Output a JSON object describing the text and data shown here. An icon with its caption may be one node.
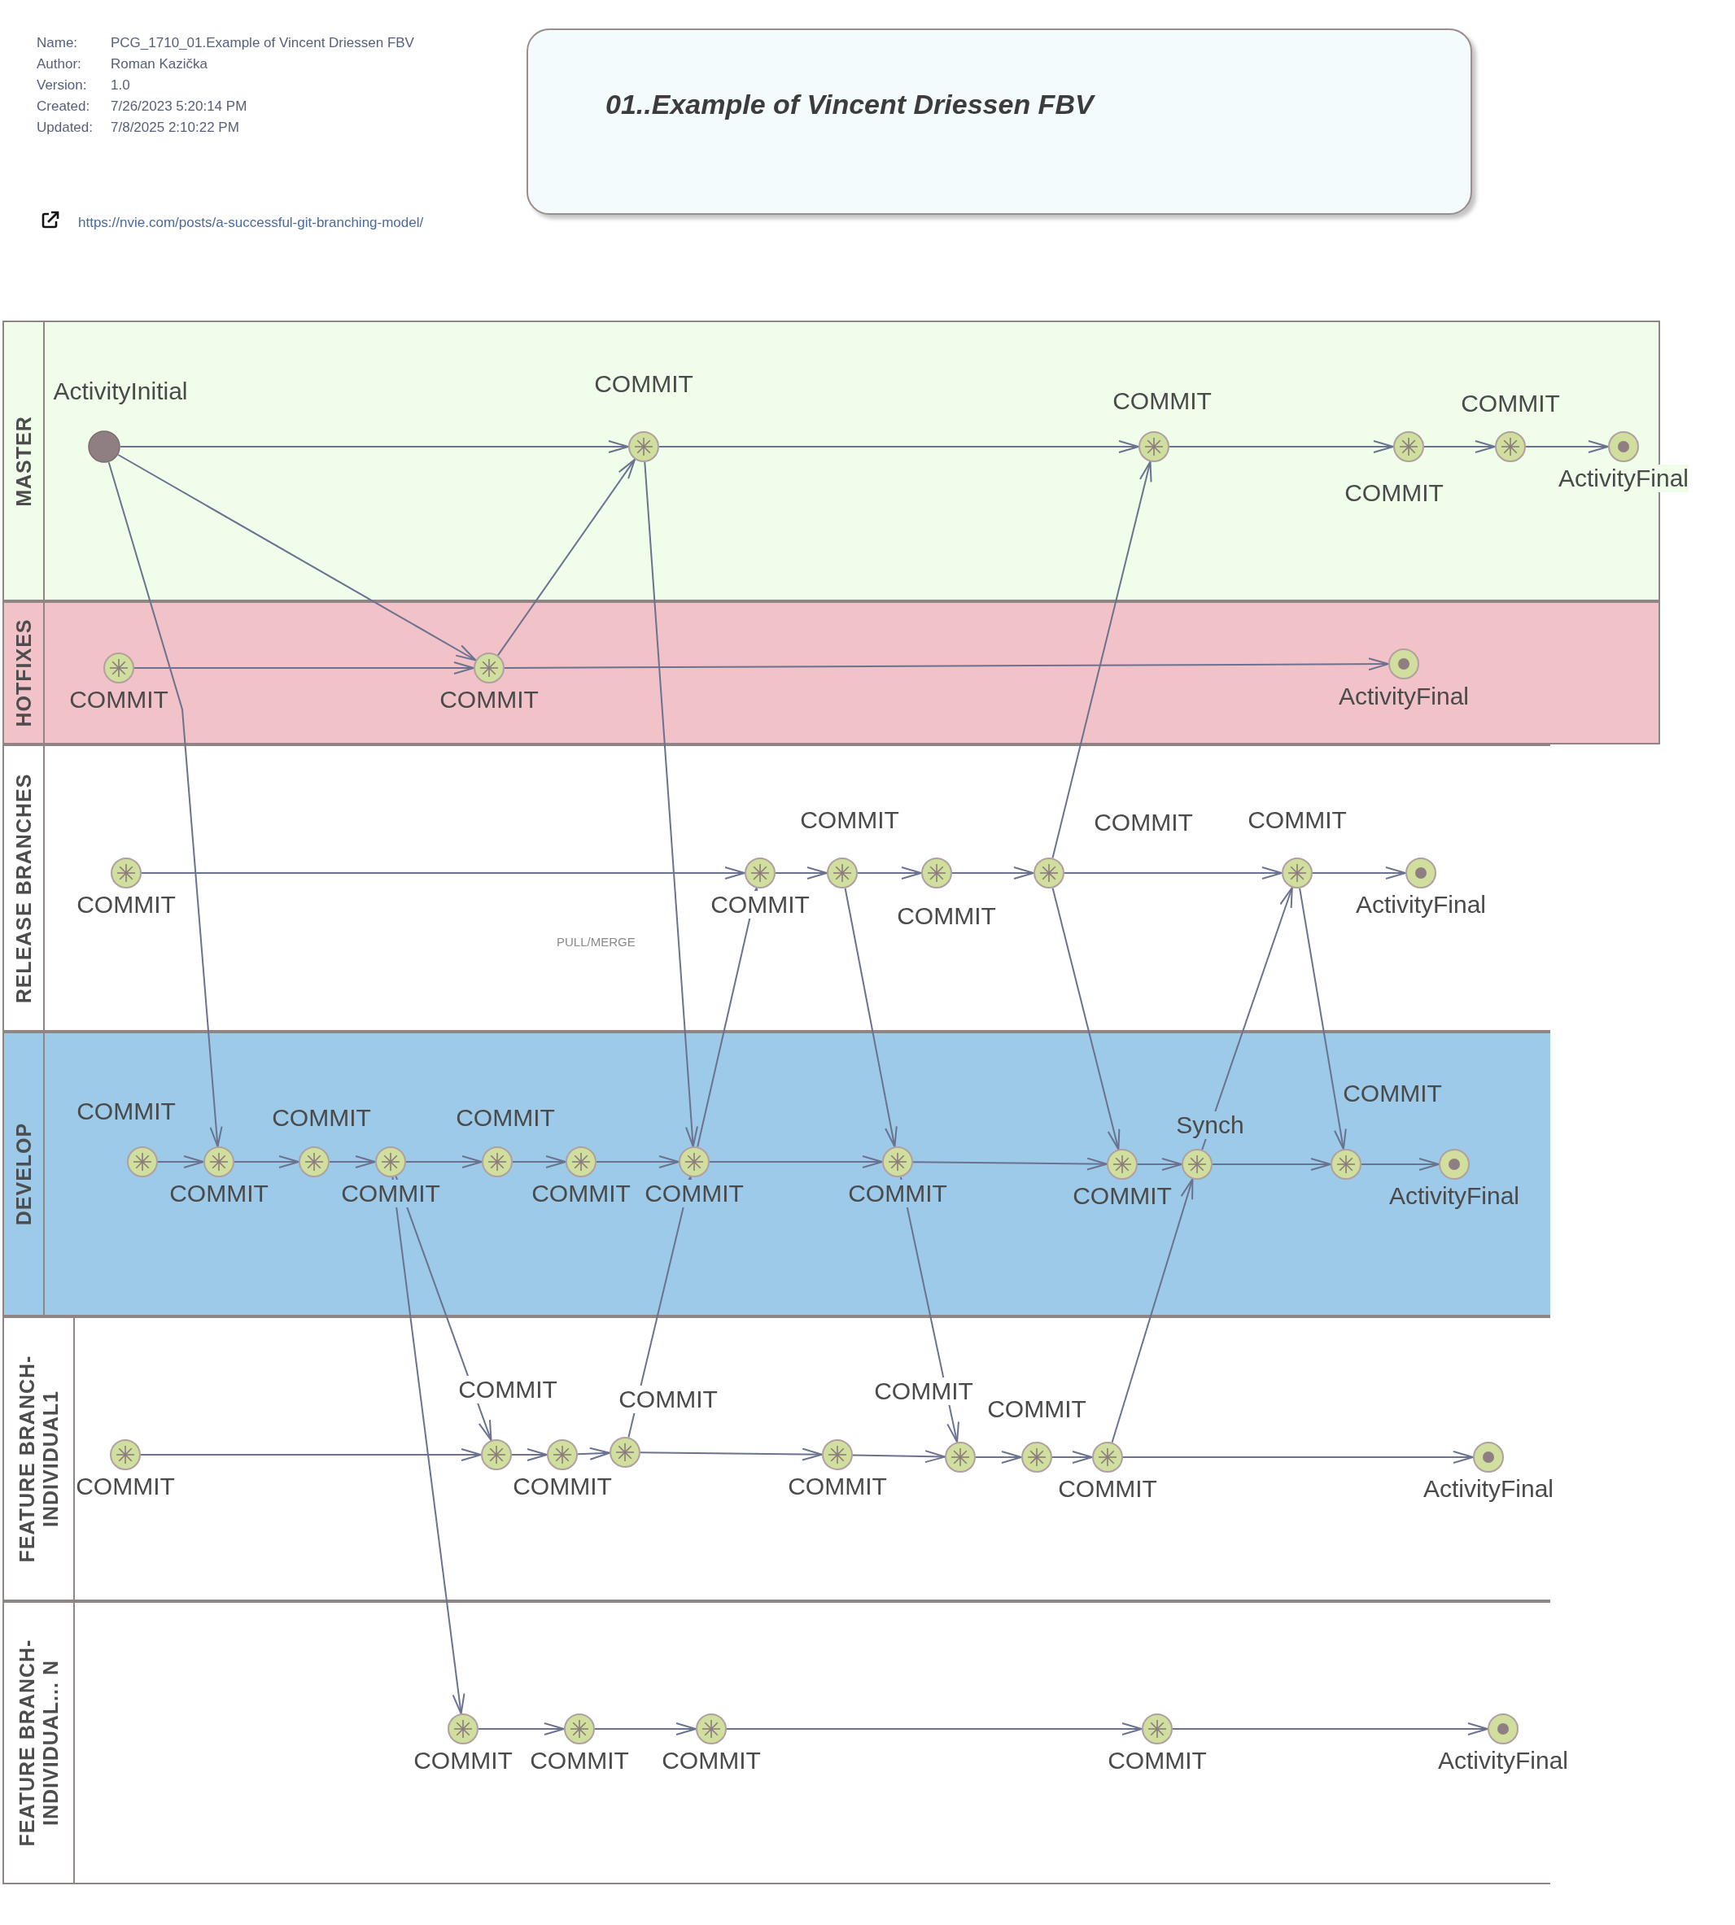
{
  "diagram": {
    "nodes": [
      {
        "text": [
          "01..Example of Vincent Driessen FBV"
        ]
      },
      {
        "text": [
          "MASTER"
        ]
      },
      {
        "text": [
          "ActivityInitial"
        ],
        "in": 1
      },
      {
        "text": [
          "COMMIT"
        ],
        "in": 1
      },
      {
        "text": [
          "COMMIT"
        ],
        "in": 1
      },
      {
        "text": [
          "COMMIT"
        ],
        "in": 1
      },
      {
        "text": [
          "COMMIT"
        ],
        "in": 1
      },
      {
        "text": [
          "ActivityFinal"
        ],
        "in": 1
      },
      {
        "text": [
          "HOTFIXES"
        ]
      },
      {
        "text": [
          "COMMIT"
        ],
        "in": 8
      },
      {
        "text": [
          "COMMIT"
        ],
        "in": 8
      },
      {
        "text": [
          "ActivityFinal"
        ],
        "in": 8
      },
      {
        "text": [
          "RELEASE BRANCHES"
        ]
      },
      {
        "text": [
          "COMMIT"
        ],
        "in": 12
      },
      {
        "text": [
          "COMMIT"
        ],
        "in": 12
      },
      {
        "text": [
          "COMMIT"
        ],
        "in": 12
      },
      {
        "text": [
          "COMMIT"
        ],
        "in": 12
      },
      {
        "text": [
          "COMMIT"
        ],
        "in": 12
      },
      {
        "text": [
          "COMMIT"
        ],
        "in": 12
      },
      {
        "text": [
          "ActivityFinal"
        ],
        "in": 12
      },
      {
        "text": [
          "DEVELOP"
        ]
      },
      {
        "text": [
          "COMMIT"
        ],
        "in": 20
      },
      {
        "text": [
          "COMMIT"
        ],
        "in": 20
      },
      {
        "text": [
          "COMMIT"
        ],
        "in": 20
      },
      {
        "text": [
          "COMMIT"
        ],
        "in": 20
      },
      {
        "text": [
          "COMMIT"
        ],
        "in": 20
      },
      {
        "text": [
          "COMMIT"
        ],
        "in": 20
      },
      {
        "text": [
          "COMMIT"
        ],
        "in": 20
      },
      {
        "text": [
          "COMMIT"
        ],
        "in": 20
      },
      {
        "text": [
          "COMMIT"
        ],
        "in": 20
      },
      {
        "text": [
          "Synch"
        ],
        "in": 20
      },
      {
        "text": [
          "COMMIT"
        ],
        "in": 20
      },
      {
        "text": [
          "ActivityFinal"
        ],
        "in": 20
      },
      {
        "text": [
          "FEATURE BRANCH- INDIVIDUAL1"
        ]
      },
      {
        "text": [
          "COMMIT"
        ],
        "in": 33
      },
      {
        "text": [
          "COMMIT"
        ],
        "in": 33
      },
      {
        "text": [
          "COMMIT"
        ],
        "in": 33
      },
      {
        "text": [
          "COMMIT"
        ],
        "in": 33
      },
      {
        "text": [
          "COMMIT"
        ],
        "in": 33
      },
      {
        "text": [
          "COMMIT"
        ],
        "in": 33
      },
      {
        "text": [
          "COMMIT"
        ],
        "in": 33
      },
      {
        "text": [
          "COMMIT"
        ],
        "in": 33
      },
      {
        "text": [
          "ActivityFinal"
        ],
        "in": 33
      },
      {
        "text": [
          "FEATURE BRANCH- INDIVIDUAL... N"
        ]
      },
      {
        "text": [
          "COMMIT"
        ],
        "in": 43
      },
      {
        "text": [
          "COMMIT"
        ],
        "in": 43
      },
      {
        "text": [
          "COMMIT"
        ],
        "in": 43
      },
      {
        "text": [
          "COMMIT"
        ],
        "in": 43
      },
      {
        "text": [
          "ActivityFinal"
        ],
        "in": 43
      }
    ],
    "edges": [
      {
        "from": 2,
        "to": 3,
        "arrow": "to"
      },
      {
        "from": 3,
        "to": 4,
        "arrow": "to"
      },
      {
        "from": 4,
        "to": 5,
        "arrow": "to"
      },
      {
        "from": 5,
        "to": 6,
        "arrow": "to"
      },
      {
        "from": 6,
        "to": 7,
        "arrow": "to"
      },
      {
        "from": 2,
        "to": 10,
        "arrow": "to"
      },
      {
        "from": 10,
        "to": 3,
        "arrow": "to"
      },
      {
        "from": 2,
        "to": 22,
        "arrow": "to"
      },
      {
        "from": 9,
        "to": 10,
        "arrow": "to"
      },
      {
        "from": 10,
        "to": 11,
        "arrow": "to"
      },
      {
        "from": 3,
        "to": 27,
        "arrow": "to"
      },
      {
        "from": 17,
        "to": 4,
        "arrow": "to"
      },
      {
        "from": 13,
        "to": 14,
        "arrow": "to"
      },
      {
        "from": 14,
        "to": 15,
        "arrow": "to"
      },
      {
        "from": 15,
        "to": 16,
        "arrow": "to"
      },
      {
        "from": 16,
        "to": 17,
        "arrow": "to"
      },
      {
        "from": 17,
        "to": 18,
        "arrow": "to"
      },
      {
        "from": 18,
        "to": 19,
        "arrow": "to"
      },
      {
        "from": 37,
        "to": 27,
        "arrow": "to"
      },
      {
        "from": 27,
        "to": 14,
        "arrow": "to"
      },
      {
        "from": 15,
        "to": 28,
        "arrow": "to"
      },
      {
        "from": 17,
        "to": 29,
        "arrow": "to"
      },
      {
        "from": 30,
        "to": 18,
        "arrow": "to"
      },
      {
        "from": 18,
        "to": 31,
        "arrow": "to"
      },
      {
        "from": 41,
        "to": 30,
        "arrow": "to"
      },
      {
        "from": 21,
        "to": 22,
        "arrow": "to"
      },
      {
        "from": 22,
        "to": 23,
        "arrow": "to"
      },
      {
        "from": 23,
        "to": 24,
        "arrow": "to"
      },
      {
        "from": 24,
        "to": 25,
        "arrow": "to"
      },
      {
        "from": 25,
        "to": 26,
        "arrow": "to"
      },
      {
        "from": 26,
        "to": 27,
        "arrow": "to"
      },
      {
        "from": 27,
        "to": 28,
        "arrow": "to"
      },
      {
        "from": 28,
        "to": 29,
        "arrow": "to"
      },
      {
        "from": 29,
        "to": 30,
        "arrow": "to"
      },
      {
        "from": 30,
        "to": 31,
        "arrow": "to"
      },
      {
        "from": 31,
        "to": 32,
        "arrow": "to"
      },
      {
        "from": 24,
        "to": 35,
        "arrow": "to"
      },
      {
        "from": 24,
        "to": 44,
        "arrow": "to"
      },
      {
        "from": 28,
        "to": 39,
        "arrow": "to"
      },
      {
        "from": 34,
        "to": 35,
        "arrow": "to"
      },
      {
        "from": 35,
        "to": 36,
        "arrow": "to"
      },
      {
        "from": 36,
        "to": 37,
        "arrow": "to"
      },
      {
        "from": 37,
        "to": 38,
        "arrow": "to"
      },
      {
        "from": 38,
        "to": 39,
        "arrow": "to"
      },
      {
        "from": 39,
        "to": 40,
        "arrow": "to"
      },
      {
        "from": 40,
        "to": 41,
        "arrow": "to"
      },
      {
        "from": 41,
        "to": 42,
        "arrow": "to"
      },
      {
        "from": 44,
        "to": 45,
        "arrow": "to"
      },
      {
        "from": 45,
        "to": 46,
        "arrow": "to"
      },
      {
        "from": 46,
        "to": 47,
        "arrow": "to"
      },
      {
        "from": 47,
        "to": 48,
        "arrow": "to"
      }
    ],
    "labels": [
      "Name:",
      "PCG_1710_01.Example of Vincent Driessen FBV",
      "Author:",
      "Roman Kazička",
      "Version:",
      "1.0",
      "Created:",
      "7/26/2023 5:20:14 PM",
      "Updated:",
      "7/8/2025 2:10:22 PM",
      "https://nvie.com/posts/a-successful-git-branching-model/",
      "PULL/MERGE"
    ]
  }
}
